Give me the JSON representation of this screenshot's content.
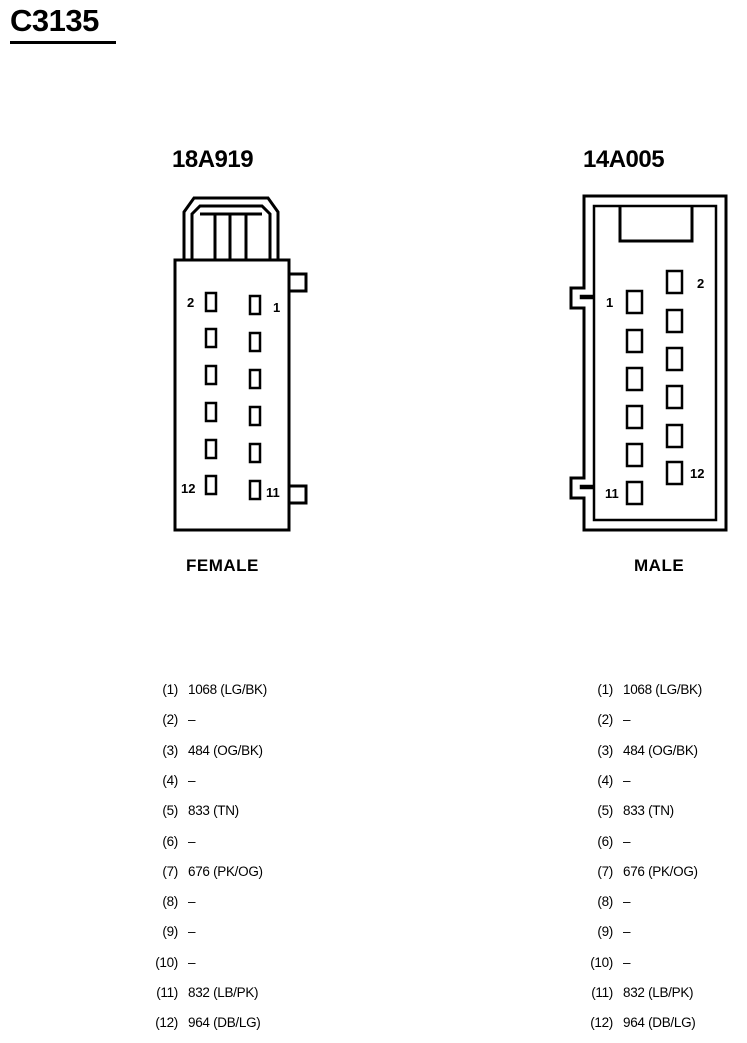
{
  "connector_id": "C3135",
  "left_connector": {
    "part_number": "18A919",
    "gender": "FEMALE"
  },
  "right_connector": {
    "part_number": "14A005",
    "gender": "MALE"
  },
  "pin_labels": {
    "p1": "1",
    "p2": "2",
    "p11": "11",
    "p12": "12"
  },
  "pinout": [
    {
      "pin": "(1)",
      "circuit": "1068 (LG/BK)"
    },
    {
      "pin": "(2)",
      "circuit": "–"
    },
    {
      "pin": "(3)",
      "circuit": "484 (OG/BK)"
    },
    {
      "pin": "(4)",
      "circuit": "–"
    },
    {
      "pin": "(5)",
      "circuit": "833 (TN)"
    },
    {
      "pin": "(6)",
      "circuit": "–"
    },
    {
      "pin": "(7)",
      "circuit": "676 (PK/OG)"
    },
    {
      "pin": "(8)",
      "circuit": "–"
    },
    {
      "pin": "(9)",
      "circuit": "–"
    },
    {
      "pin": "(10)",
      "circuit": "–"
    },
    {
      "pin": "(11)",
      "circuit": "832 (LB/PK)"
    },
    {
      "pin": "(12)",
      "circuit": "964 (DB/LG)"
    }
  ]
}
